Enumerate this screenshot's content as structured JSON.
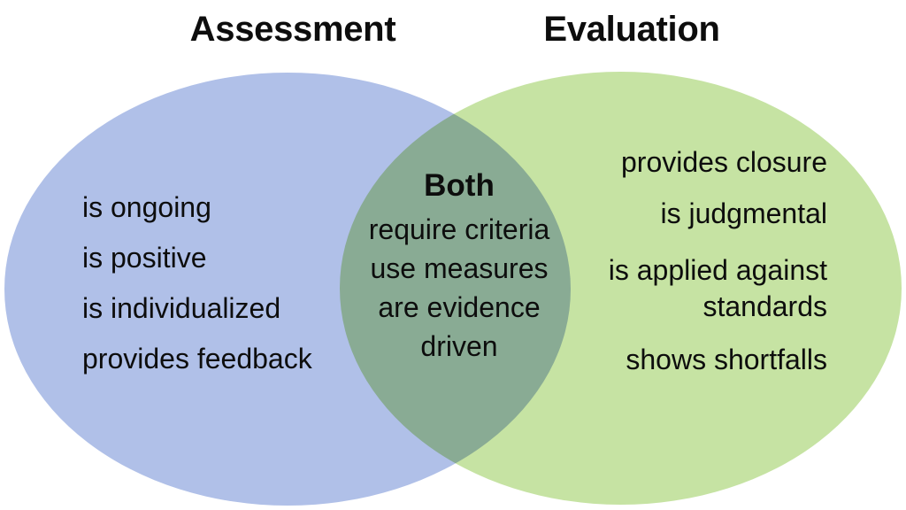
{
  "diagram": {
    "type": "venn",
    "background_color": "#ffffff",
    "text_color": "#0d0d0d",
    "sets": [
      {
        "id": "assessment",
        "title": "Assessment",
        "fill_color": "#b0c0e8",
        "items": [
          "is ongoing",
          "is positive",
          "is individualized",
          "provides feedback"
        ]
      },
      {
        "id": "evaluation",
        "title": "Evaluation",
        "fill_color": "#c6e3a3",
        "items": [
          "provides closure",
          "is judgmental",
          "is applied against standards",
          "shows shortfalls"
        ]
      }
    ],
    "intersection": {
      "id": "both",
      "heading": "Both",
      "fill_color": "#a2c9a0",
      "items": [
        "require criteria",
        "use measures",
        "are evidence",
        "driven"
      ]
    }
  }
}
